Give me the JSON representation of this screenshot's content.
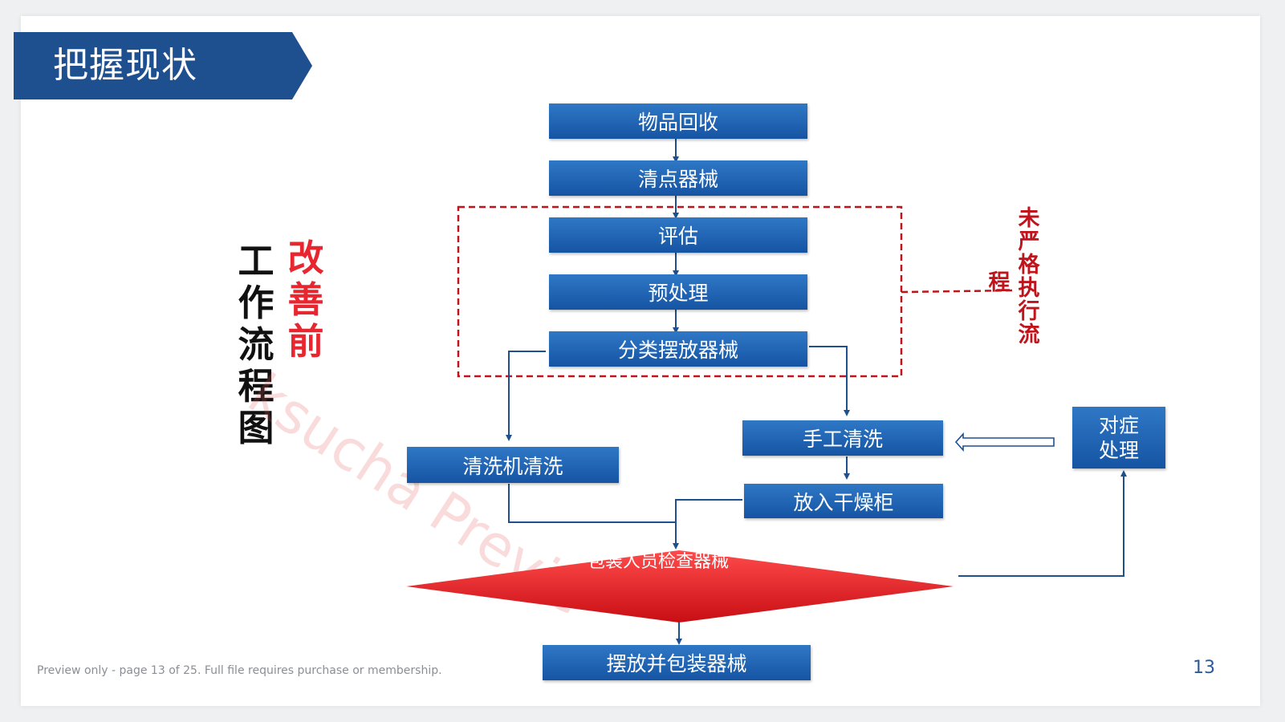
{
  "slide": {
    "title": "把握现状",
    "vertical_label": "工作流程图",
    "vertical_label_accent": "改善前",
    "note_main": "未严格执行流",
    "note_tail": "程",
    "watermark": "ksucha Previe",
    "footer_note": "Preview only - page 13 of 25. Full file requires purchase or membership.",
    "page_number": "13"
  },
  "flow": {
    "recover": "物品回收",
    "count": "清点器械",
    "assess": "评估",
    "pretreat": "预处理",
    "sort": "分类摆放器械",
    "machine_wash": "清洗机清洗",
    "hand_wash": "手工清洗",
    "dry": "放入干燥柜",
    "symptomatic": "对症处理",
    "inspect": "包装人员检查器械",
    "pack": "摆放并包装器械"
  },
  "colors": {
    "box_top": "#2f78c6",
    "box_bottom": "#1554a3",
    "banner": "#1e4f8f",
    "accent_red": "#e8262f",
    "dashed_red": "#c0141c",
    "connector": "#1e4f8f"
  }
}
